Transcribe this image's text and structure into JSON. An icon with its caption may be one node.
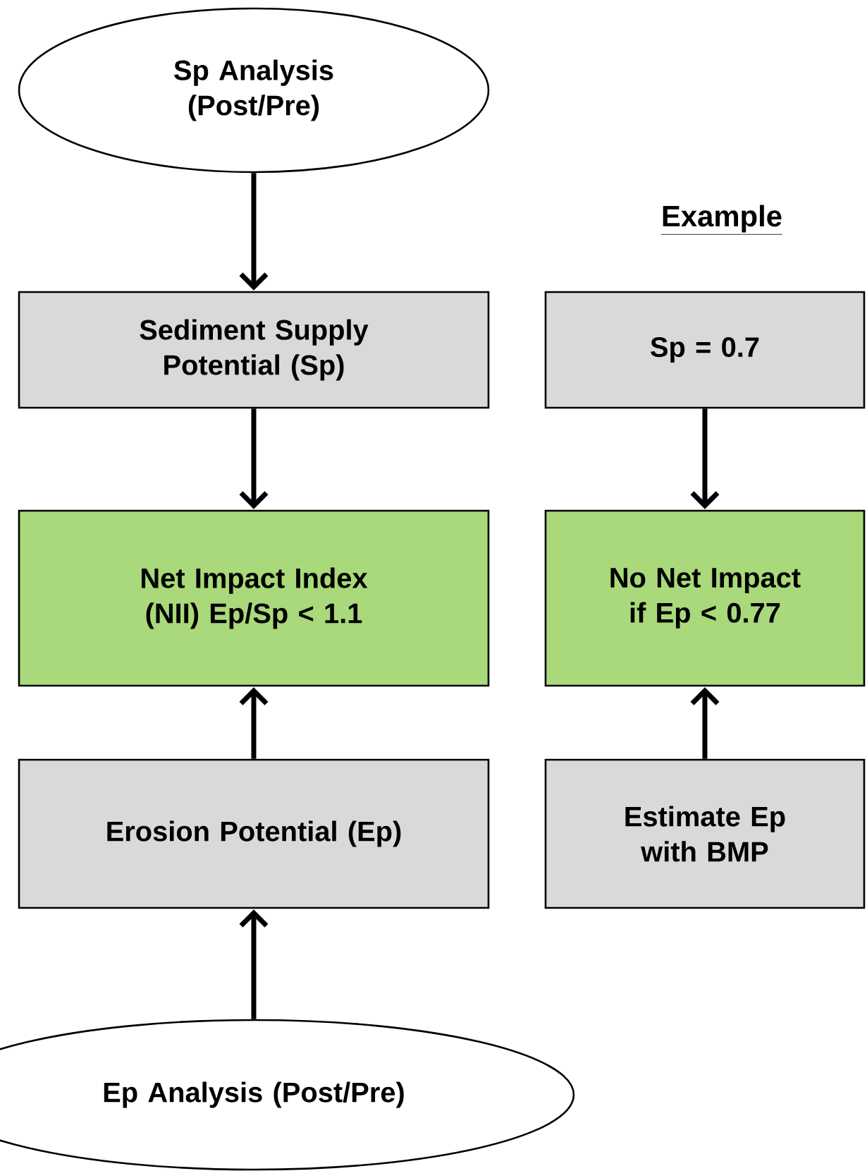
{
  "diagram": {
    "title": "Example",
    "nodes": [
      {
        "text": [
          "Sp Analysis (Post/Pre)"
        ]
      },
      {
        "text": [
          "Sediment Supply Potential (Sp)"
        ]
      },
      {
        "text": [
          "Net Impact Index (NII) Ep/Sp < 1.1"
        ]
      },
      {
        "text": [
          "Erosion Potential (Ep)"
        ]
      },
      {
        "text": [
          "Ep Analysis (Post/Pre)"
        ]
      },
      {
        "text": [
          "Sp = 0.7"
        ]
      },
      {
        "text": [
          "No Net Impact if Ep < 0.77"
        ]
      },
      {
        "text": [
          "Estimate Ep with BMP"
        ]
      }
    ],
    "edges": [
      {
        "from": 0,
        "to": 1,
        "arrow": "to"
      },
      {
        "from": 1,
        "to": 2,
        "arrow": "to"
      },
      {
        "from": 3,
        "to": 2,
        "arrow": "to"
      },
      {
        "from": 4,
        "to": 3,
        "arrow": "to"
      },
      {
        "from": 5,
        "to": 6,
        "arrow": "to"
      },
      {
        "from": 7,
        "to": 6,
        "arrow": "to"
      }
    ]
  }
}
